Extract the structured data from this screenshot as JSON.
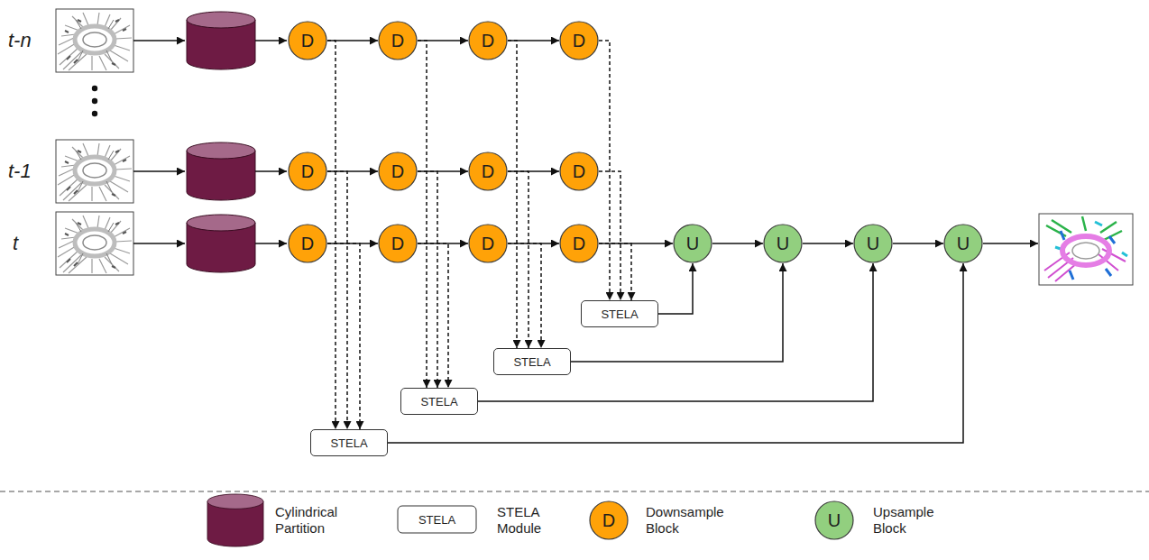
{
  "diagram": {
    "nodes": [
      {
        "text": [
          "D"
        ]
      },
      {
        "text": [
          "D"
        ]
      },
      {
        "text": [
          "D"
        ]
      },
      {
        "text": [
          "D"
        ]
      },
      {
        "text": [
          "D"
        ]
      },
      {
        "text": [
          "D"
        ]
      },
      {
        "text": [
          "D"
        ]
      },
      {
        "text": [
          "D"
        ]
      },
      {
        "text": [
          "D"
        ]
      },
      {
        "text": [
          "D"
        ]
      },
      {
        "text": [
          "D"
        ]
      },
      {
        "text": [
          "D"
        ]
      },
      {
        "text": [
          "U"
        ]
      },
      {
        "text": [
          "U"
        ]
      },
      {
        "text": [
          "U"
        ]
      },
      {
        "text": [
          "U"
        ]
      },
      {
        "text": [
          "STELA"
        ]
      },
      {
        "text": [
          "STELA"
        ]
      },
      {
        "text": [
          "STELA"
        ]
      },
      {
        "text": [
          "STELA"
        ]
      }
    ],
    "edges": [
      {
        "from": 0,
        "to": 1,
        "arrow": "to"
      },
      {
        "from": 1,
        "to": 2,
        "arrow": "to"
      },
      {
        "from": 2,
        "to": 3,
        "arrow": "to"
      },
      {
        "from": 4,
        "to": 5,
        "arrow": "to"
      },
      {
        "from": 5,
        "to": 6,
        "arrow": "to"
      },
      {
        "from": 6,
        "to": 7,
        "arrow": "to"
      },
      {
        "from": 8,
        "to": 9,
        "arrow": "to"
      },
      {
        "from": 9,
        "to": 10,
        "arrow": "to"
      },
      {
        "from": 10,
        "to": 11,
        "arrow": "to"
      },
      {
        "from": 11,
        "to": 12,
        "arrow": "to"
      },
      {
        "from": 12,
        "to": 13,
        "arrow": "to"
      },
      {
        "from": 13,
        "to": 14,
        "arrow": "to"
      },
      {
        "from": 14,
        "to": 15,
        "arrow": "to"
      },
      {
        "from": 0,
        "to": 19,
        "arrow": "to"
      },
      {
        "from": 4,
        "to": 19,
        "arrow": "to"
      },
      {
        "from": 8,
        "to": 19,
        "arrow": "to"
      },
      {
        "from": 1,
        "to": 18,
        "arrow": "to"
      },
      {
        "from": 5,
        "to": 18,
        "arrow": "to"
      },
      {
        "from": 9,
        "to": 18,
        "arrow": "to"
      },
      {
        "from": 2,
        "to": 17,
        "arrow": "to"
      },
      {
        "from": 6,
        "to": 17,
        "arrow": "to"
      },
      {
        "from": 10,
        "to": 17,
        "arrow": "to"
      },
      {
        "from": 3,
        "to": 16,
        "arrow": "to"
      },
      {
        "from": 7,
        "to": 16,
        "arrow": "to"
      },
      {
        "from": 11,
        "to": 16,
        "arrow": "to"
      },
      {
        "from": 16,
        "to": 12,
        "arrow": "to"
      },
      {
        "from": 17,
        "to": 13,
        "arrow": "to"
      },
      {
        "from": 18,
        "to": 14,
        "arrow": "to"
      },
      {
        "from": 19,
        "to": 15,
        "arrow": "to"
      }
    ],
    "labels": [
      "t-n",
      "t-1",
      "t",
      "STELA",
      "D",
      "U"
    ],
    "legend": [
      {
        "text": "Cylindrical Partition"
      },
      {
        "text": "STELA Module"
      },
      {
        "text": "Downsample Block"
      },
      {
        "text": "Upsample Block"
      }
    ]
  }
}
